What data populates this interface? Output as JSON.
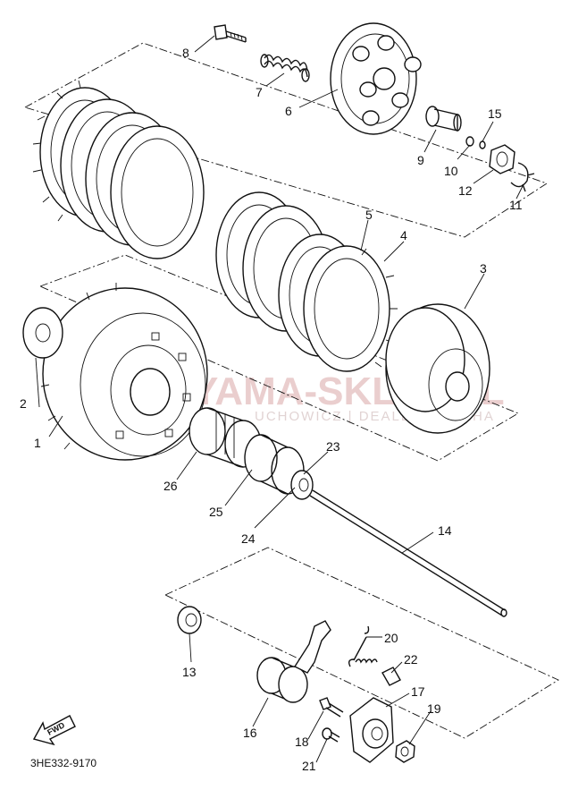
{
  "diagram": {
    "drawing_code": "3HE332-9170",
    "direction_label": "FWD",
    "watermark": {
      "brand": "YAMA-SKLEP.PL",
      "tagline": "UCHOWICZ | DEALER YAMAHA"
    },
    "callouts": [
      {
        "id": "1",
        "label": "1"
      },
      {
        "id": "2",
        "label": "2"
      },
      {
        "id": "3",
        "label": "3"
      },
      {
        "id": "4",
        "label": "4"
      },
      {
        "id": "5",
        "label": "5"
      },
      {
        "id": "6",
        "label": "6"
      },
      {
        "id": "7",
        "label": "7"
      },
      {
        "id": "8",
        "label": "8"
      },
      {
        "id": "9",
        "label": "9"
      },
      {
        "id": "10",
        "label": "10"
      },
      {
        "id": "11",
        "label": "11"
      },
      {
        "id": "12",
        "label": "12"
      },
      {
        "id": "13",
        "label": "13"
      },
      {
        "id": "14",
        "label": "14"
      },
      {
        "id": "15",
        "label": "15"
      },
      {
        "id": "16",
        "label": "16"
      },
      {
        "id": "17",
        "label": "17"
      },
      {
        "id": "18",
        "label": "18"
      },
      {
        "id": "19",
        "label": "19"
      },
      {
        "id": "20",
        "label": "20"
      },
      {
        "id": "21",
        "label": "21"
      },
      {
        "id": "22",
        "label": "22"
      },
      {
        "id": "23",
        "label": "23"
      },
      {
        "id": "24",
        "label": "24"
      },
      {
        "id": "25",
        "label": "25"
      },
      {
        "id": "26",
        "label": "26"
      }
    ]
  }
}
